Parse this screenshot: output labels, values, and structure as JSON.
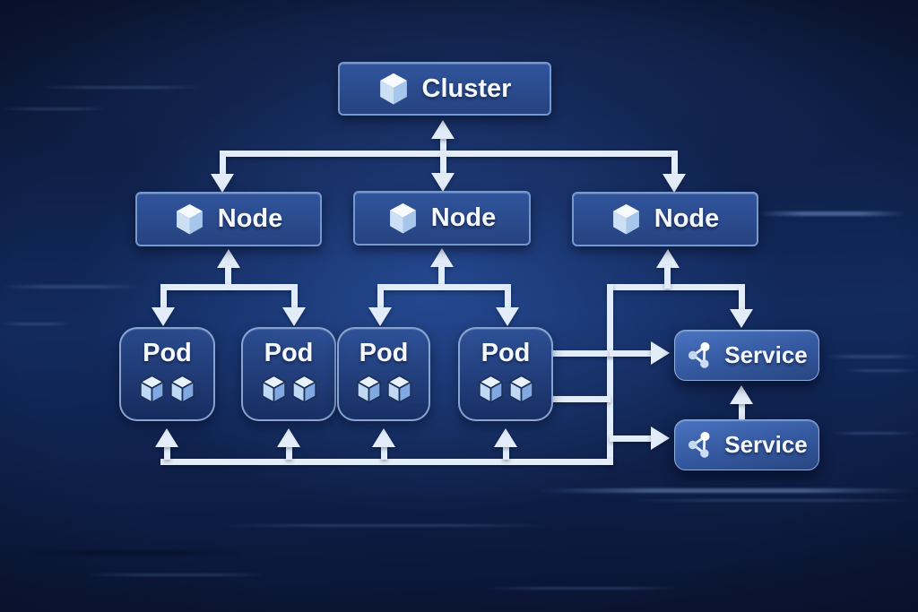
{
  "diagram": {
    "type": "kubernetes-architecture",
    "cluster": {
      "label": "Cluster",
      "icon": "cube-icon"
    },
    "nodes": [
      {
        "label": "Node",
        "icon": "cube-icon"
      },
      {
        "label": "Node",
        "icon": "cube-icon"
      },
      {
        "label": "Node",
        "icon": "cube-icon"
      }
    ],
    "pods": [
      {
        "label": "Pod",
        "icon": "two-cubes-icon"
      },
      {
        "label": "Pod",
        "icon": "two-cubes-icon"
      },
      {
        "label": "Pod",
        "icon": "two-cubes-icon"
      },
      {
        "label": "Pod",
        "icon": "two-cubes-icon"
      }
    ],
    "services": [
      {
        "label": "Service",
        "icon": "share-nodes-icon"
      },
      {
        "label": "Service",
        "icon": "share-nodes-icon"
      }
    ],
    "connections": [
      "cluster <-> node-1",
      "cluster <-> node-2",
      "cluster <-> node-3",
      "node-1 <-> pod-1",
      "node-1 <-> pod-2",
      "node-2 <-> pod-3",
      "node-2 <-> pod-4",
      "node-3 <-> right-trunk",
      "right-trunk -> service-1",
      "right-trunk -> service-2",
      "pod-4 -> right-trunk",
      "bottom-bus -> pod-1",
      "bottom-bus -> pod-2",
      "bottom-bus -> pod-3",
      "bottom-bus -> pod-4",
      "service-2 -> service-1"
    ],
    "colors": {
      "background": "#0d1c42",
      "connector": "#e3edf9",
      "box_fill": "#2b4a8e",
      "box_border": "#7598ce",
      "glow": "#3462ba",
      "text": "#f6faff"
    }
  }
}
